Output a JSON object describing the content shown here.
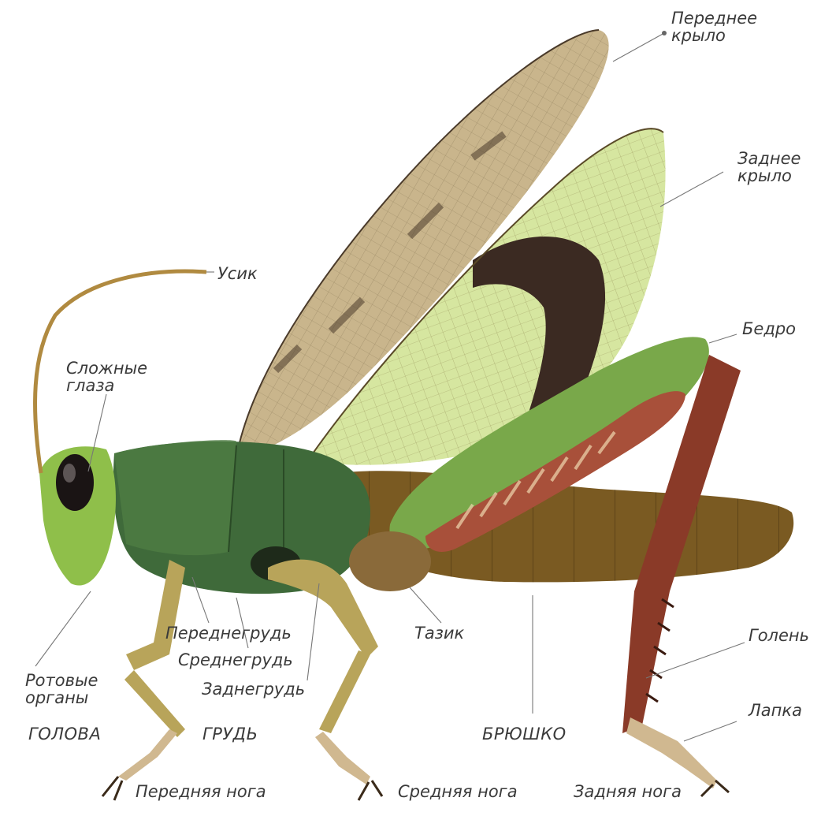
{
  "labels": {
    "fore_wing": "Переднее\nкрыло",
    "hind_wing": "Заднее\nкрыло",
    "antenna": "Усик",
    "compound_eyes": "Сложные\nглаза",
    "femur": "Бедро",
    "prothorax": "Переднегрудь",
    "mesothorax": "Среднегрудь",
    "metathorax": "Заднегрудь",
    "coxa": "Тазик",
    "mouthparts": "Ротовые\nорганы",
    "tibia": "Голень",
    "tarsus": "Лапка",
    "head": "ГОЛОВА",
    "thorax": "ГРУДЬ",
    "abdomen": "БРЮШКО",
    "front_leg": "Передняя нога",
    "middle_leg": "Средняя нога",
    "hind_leg": "Задняя нога"
  },
  "colors": {
    "forewing": "#c9b58c",
    "hindwing": "#d6e6a0",
    "wing_band": "#3b2a22",
    "thorax": "#3f6a3a",
    "head": "#8fbf4a",
    "abdomen": "#7a5a22",
    "femur_green": "#79a84a",
    "femur_red": "#a8503a",
    "leg": "#b8a45a",
    "hind_tibia": "#8a3a28"
  }
}
